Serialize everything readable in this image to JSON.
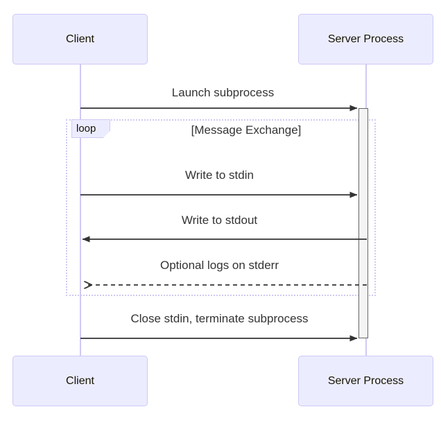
{
  "diagram": {
    "type": "sequence-diagram",
    "colors": {
      "participant_fill": "#ECECFF",
      "participant_border": "#CDC8F5",
      "lifeline": "#CFC9F3",
      "activation_fill": "#F4F4F4",
      "activation_border": "#666666",
      "arrow": "#333333",
      "label_text": "#333333",
      "participant_text": "#131300",
      "fragment_border": "#CFC9F3"
    },
    "participants": [
      {
        "id": "client",
        "label": "Client"
      },
      {
        "id": "server",
        "label": "Server Process"
      }
    ],
    "participants_bottom": [
      {
        "id": "client",
        "label": "Client"
      },
      {
        "id": "server",
        "label": "Server Process"
      }
    ],
    "fragment": {
      "kind": "loop",
      "tag_label": "loop",
      "title": "[Message Exchange]"
    },
    "messages": [
      {
        "index": 0,
        "label": "Launch subprocess",
        "from": "client",
        "to": "server",
        "direction": "right",
        "line": "solid",
        "arrowhead": "filled"
      },
      {
        "index": 1,
        "label": "Write to stdin",
        "from": "client",
        "to": "server",
        "direction": "right",
        "line": "solid",
        "arrowhead": "filled"
      },
      {
        "index": 2,
        "label": "Write to stdout",
        "from": "server",
        "to": "client",
        "direction": "left",
        "line": "solid",
        "arrowhead": "filled"
      },
      {
        "index": 3,
        "label": "Optional logs on stderr",
        "from": "server",
        "to": "client",
        "direction": "left",
        "line": "dashed",
        "arrowhead": "open"
      },
      {
        "index": 4,
        "label": "Close stdin, terminate subprocess",
        "from": "client",
        "to": "server",
        "direction": "right",
        "line": "solid",
        "arrowhead": "filled"
      }
    ]
  }
}
